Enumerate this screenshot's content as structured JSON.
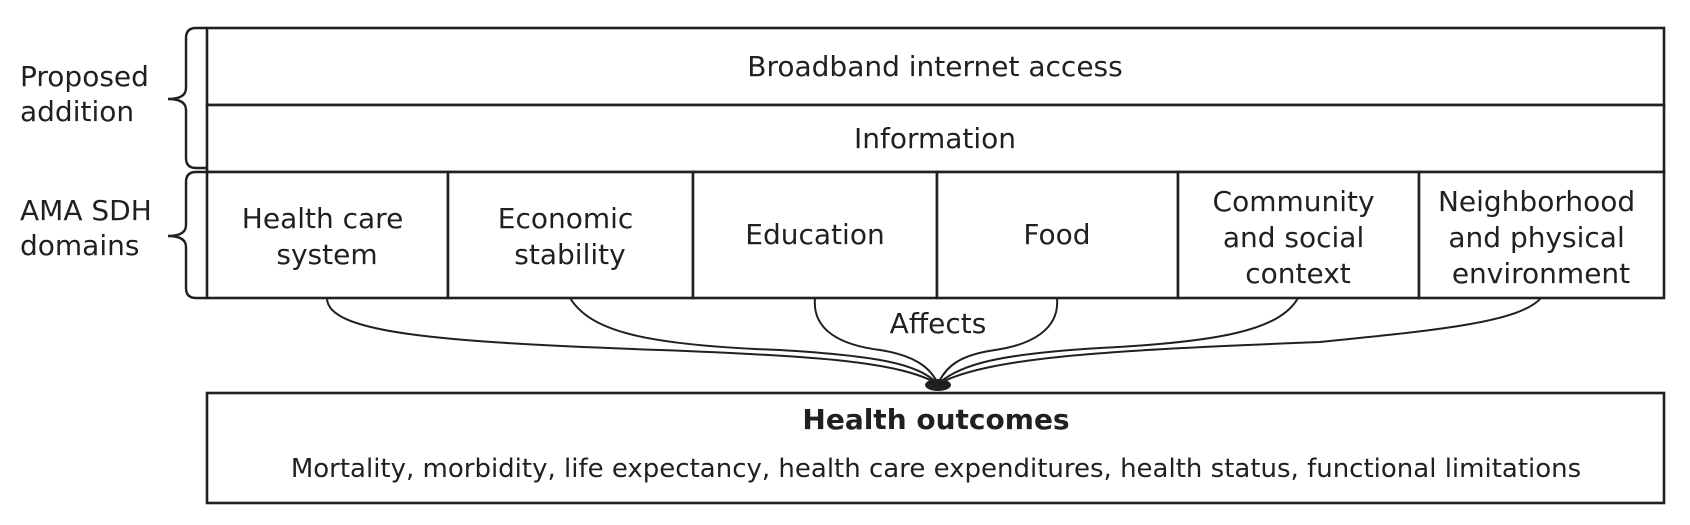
{
  "groups": {
    "proposed": [
      "Proposed",
      "addition"
    ],
    "ama": [
      "AMA SDH",
      "domains"
    ]
  },
  "layers": {
    "broadband": "Broadband internet access",
    "information": "Information"
  },
  "domains": [
    {
      "lines": [
        "Health care",
        "system"
      ]
    },
    {
      "lines": [
        "Economic",
        "stability"
      ]
    },
    {
      "lines": [
        "Education"
      ]
    },
    {
      "lines": [
        "Food"
      ]
    },
    {
      "lines": [
        "Community",
        "and social",
        "context"
      ]
    },
    {
      "lines": [
        "Neighborhood",
        "and physical",
        "environment"
      ]
    }
  ],
  "connector_label": "Affects",
  "outcomes": {
    "title": "Health outcomes",
    "details": "Mortality, morbidity, life expectancy, health care expenditures, health status, functional limitations"
  }
}
